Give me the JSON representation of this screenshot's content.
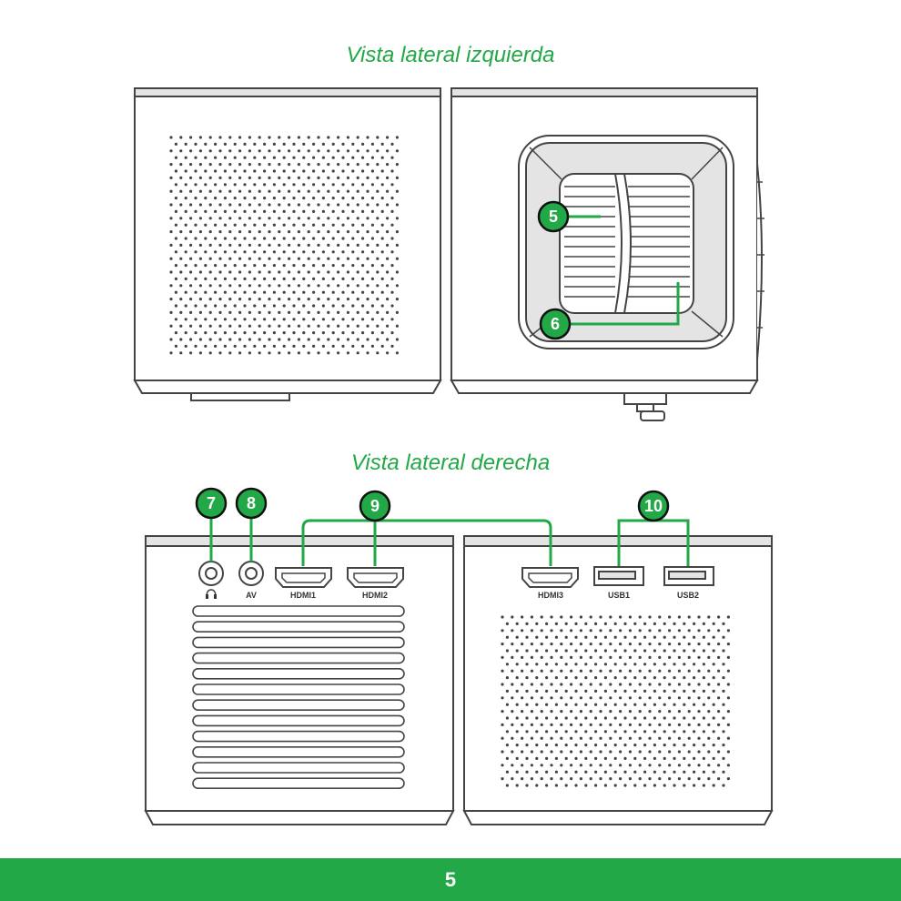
{
  "titles": {
    "left_view": "Vista lateral izquierda",
    "right_view": "Vista lateral derecha"
  },
  "callouts": {
    "c5": "5",
    "c6": "6",
    "c7": "7",
    "c8": "8",
    "c9": "9",
    "c10": "10"
  },
  "ports": {
    "headphone_icon": "headphone-icon",
    "av": "AV",
    "hdmi1": "HDMI1",
    "hdmi2": "HDMI2",
    "hdmi3": "HDMI3",
    "usb1": "USB1",
    "usb2": "USB2"
  },
  "page_number": "5",
  "colors": {
    "accent": "#22a846",
    "outline": "#444444",
    "panel_gray": "#e4e4e4"
  }
}
